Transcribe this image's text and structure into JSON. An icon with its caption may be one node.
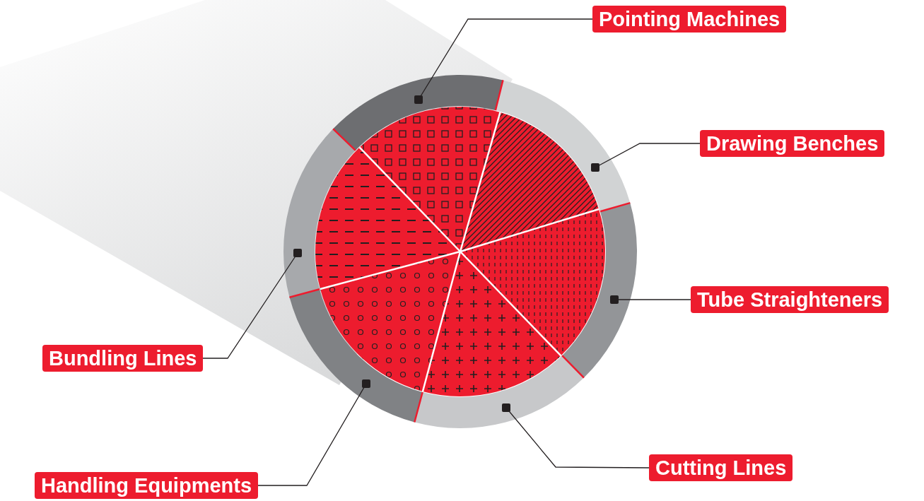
{
  "diagram": {
    "nodes": [
      {
        "text": [
          "Pointing Machines"
        ]
      },
      {
        "text": [],
        "shape": "arc"
      },
      {
        "text": [
          "Drawing Benches"
        ]
      },
      {
        "text": [],
        "shape": "arc"
      },
      {
        "text": [
          "Tube Straighteners"
        ]
      },
      {
        "text": [],
        "shape": "arc"
      },
      {
        "text": [
          "Bundling Lines"
        ]
      },
      {
        "text": [],
        "shape": "arc"
      },
      {
        "text": [
          "Handling Equipments"
        ]
      },
      {
        "text": [],
        "shape": "arc"
      },
      {
        "text": [
          "Cutting Lines"
        ]
      },
      {
        "text": [],
        "shape": "arc"
      }
    ],
    "edges": [
      {
        "from": 0,
        "to": 1,
        "arrow": "other"
      },
      {
        "from": 2,
        "to": 3,
        "arrow": "other"
      },
      {
        "from": 4,
        "to": 5,
        "arrow": "other"
      },
      {
        "from": 6,
        "to": 7,
        "arrow": "other"
      },
      {
        "from": 8,
        "to": 9,
        "arrow": "other"
      },
      {
        "from": 10,
        "to": 11,
        "arrow": "other"
      }
    ]
  }
}
